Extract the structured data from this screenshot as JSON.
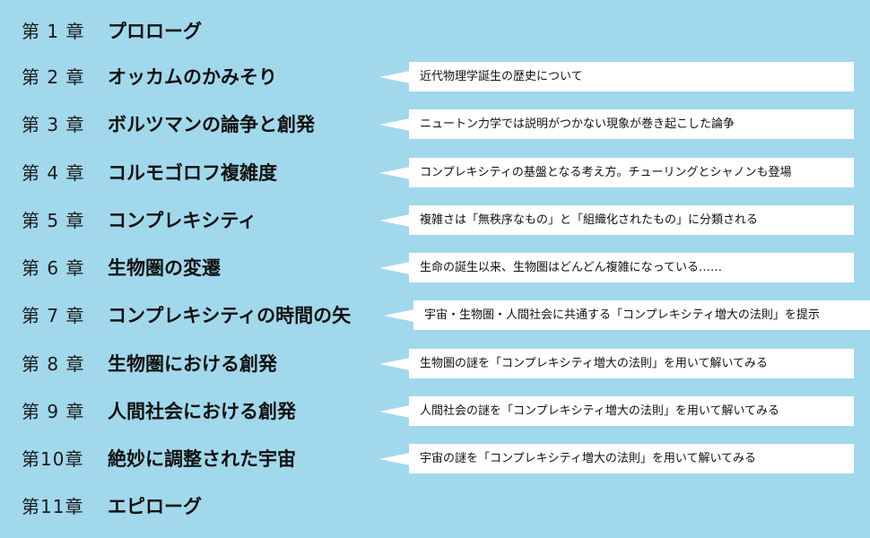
{
  "chapters": [
    {
      "num": "第 1 章",
      "title": "プロローグ",
      "desc": null
    },
    {
      "num": "第 2 章",
      "title": "オッカムのかみそり",
      "desc": "近代物理学誕生の歴史について"
    },
    {
      "num": "第 3 章",
      "title": "ボルツマンの論争と創発",
      "desc": "ニュートン力学では説明がつかない現象が巻き起こした論争"
    },
    {
      "num": "第 4 章",
      "title": "コルモゴロフ複雑度",
      "desc": "コンプレキシティの基盤となる考え方。チューリングとシャノンも登場"
    },
    {
      "num": "第 5 章",
      "title": "コンプレキシティ",
      "desc": "複雑さは「無秩序なもの」と「組織化されたもの」に分類される"
    },
    {
      "num": "第 6 章",
      "title": "生物圏の変遷",
      "desc": "生命の誕生以来、生物圏はどんどん複雑になっている……"
    },
    {
      "num": "第 7 章",
      "title": "コンプレキシティの時間の矢",
      "desc": "宇宙・生物圏・人間社会に共通する「コンプレキシティ増大の法則」を提示"
    },
    {
      "num": "第 8 章",
      "title": "生物圏における創発",
      "desc": "生物圏の謎を「コンプレキシティ増大の法則」を用いて解いてみる"
    },
    {
      "num": "第 9 章",
      "title": "人間社会における創発",
      "desc": "人間社会の謎を「コンプレキシティ増大の法則」を用いて解いてみる"
    },
    {
      "num": "第10章",
      "title": "絶妙に調整された宇宙",
      "desc": "宇宙の謎を「コンプレキシティ増大の法則」を用いて解いてみる"
    },
    {
      "num": "第11章",
      "title": "エピローグ",
      "desc": null
    }
  ],
  "colors": {
    "background": "#a2d8ec",
    "bubble": "#ffffff",
    "text": "#111111"
  }
}
